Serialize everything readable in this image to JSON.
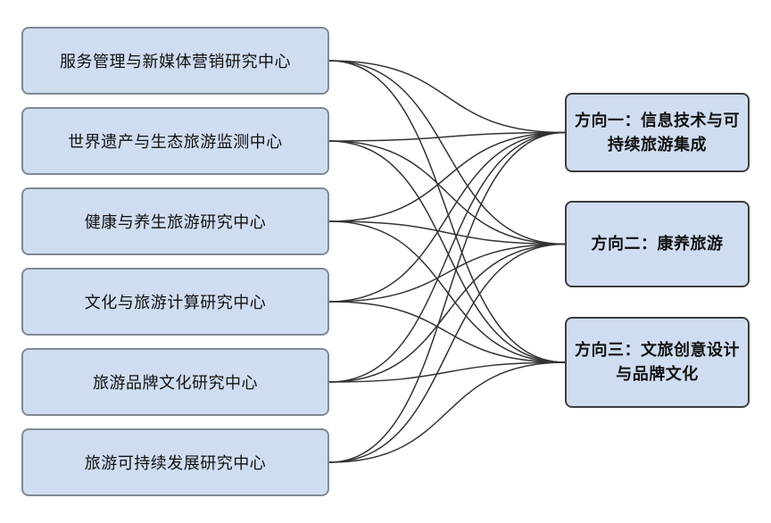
{
  "diagram": {
    "left_nodes": [
      {
        "id": "c1",
        "label": "服务管理与新媒体营销研究中心"
      },
      {
        "id": "c2",
        "label": "世界遗产与生态旅游监测中心"
      },
      {
        "id": "c3",
        "label": "健康与养生旅游研究中心"
      },
      {
        "id": "c4",
        "label": "文化与旅游计算研究中心"
      },
      {
        "id": "c5",
        "label": "旅游品牌文化研究中心"
      },
      {
        "id": "c6",
        "label": "旅游可持续发展研究中心"
      }
    ],
    "right_nodes": [
      {
        "id": "d1",
        "label": "方向一：信息技术与可\n持续旅游集成"
      },
      {
        "id": "d2",
        "label": "方向二：康养旅游"
      },
      {
        "id": "d3",
        "label": "方向三：文旅创意设计\n与品牌文化"
      }
    ],
    "edges": [
      {
        "from": "c1",
        "to": "d1"
      },
      {
        "from": "c1",
        "to": "d2"
      },
      {
        "from": "c1",
        "to": "d3"
      },
      {
        "from": "c2",
        "to": "d1"
      },
      {
        "from": "c2",
        "to": "d2"
      },
      {
        "from": "c2",
        "to": "d3"
      },
      {
        "from": "c3",
        "to": "d1"
      },
      {
        "from": "c3",
        "to": "d2"
      },
      {
        "from": "c3",
        "to": "d3"
      },
      {
        "from": "c4",
        "to": "d1"
      },
      {
        "from": "c4",
        "to": "d2"
      },
      {
        "from": "c4",
        "to": "d3"
      },
      {
        "from": "c5",
        "to": "d1"
      },
      {
        "from": "c5",
        "to": "d2"
      },
      {
        "from": "c5",
        "to": "d3"
      },
      {
        "from": "c6",
        "to": "d1"
      },
      {
        "from": "c6",
        "to": "d2"
      },
      {
        "from": "c6",
        "to": "d3"
      }
    ]
  },
  "colors": {
    "background": "#ffffff",
    "node_fill": "#cfddf0",
    "left_node_border": "#7f8a96",
    "right_node_border": "#3d3d3d",
    "edge": "#333333",
    "text": "#111111"
  }
}
